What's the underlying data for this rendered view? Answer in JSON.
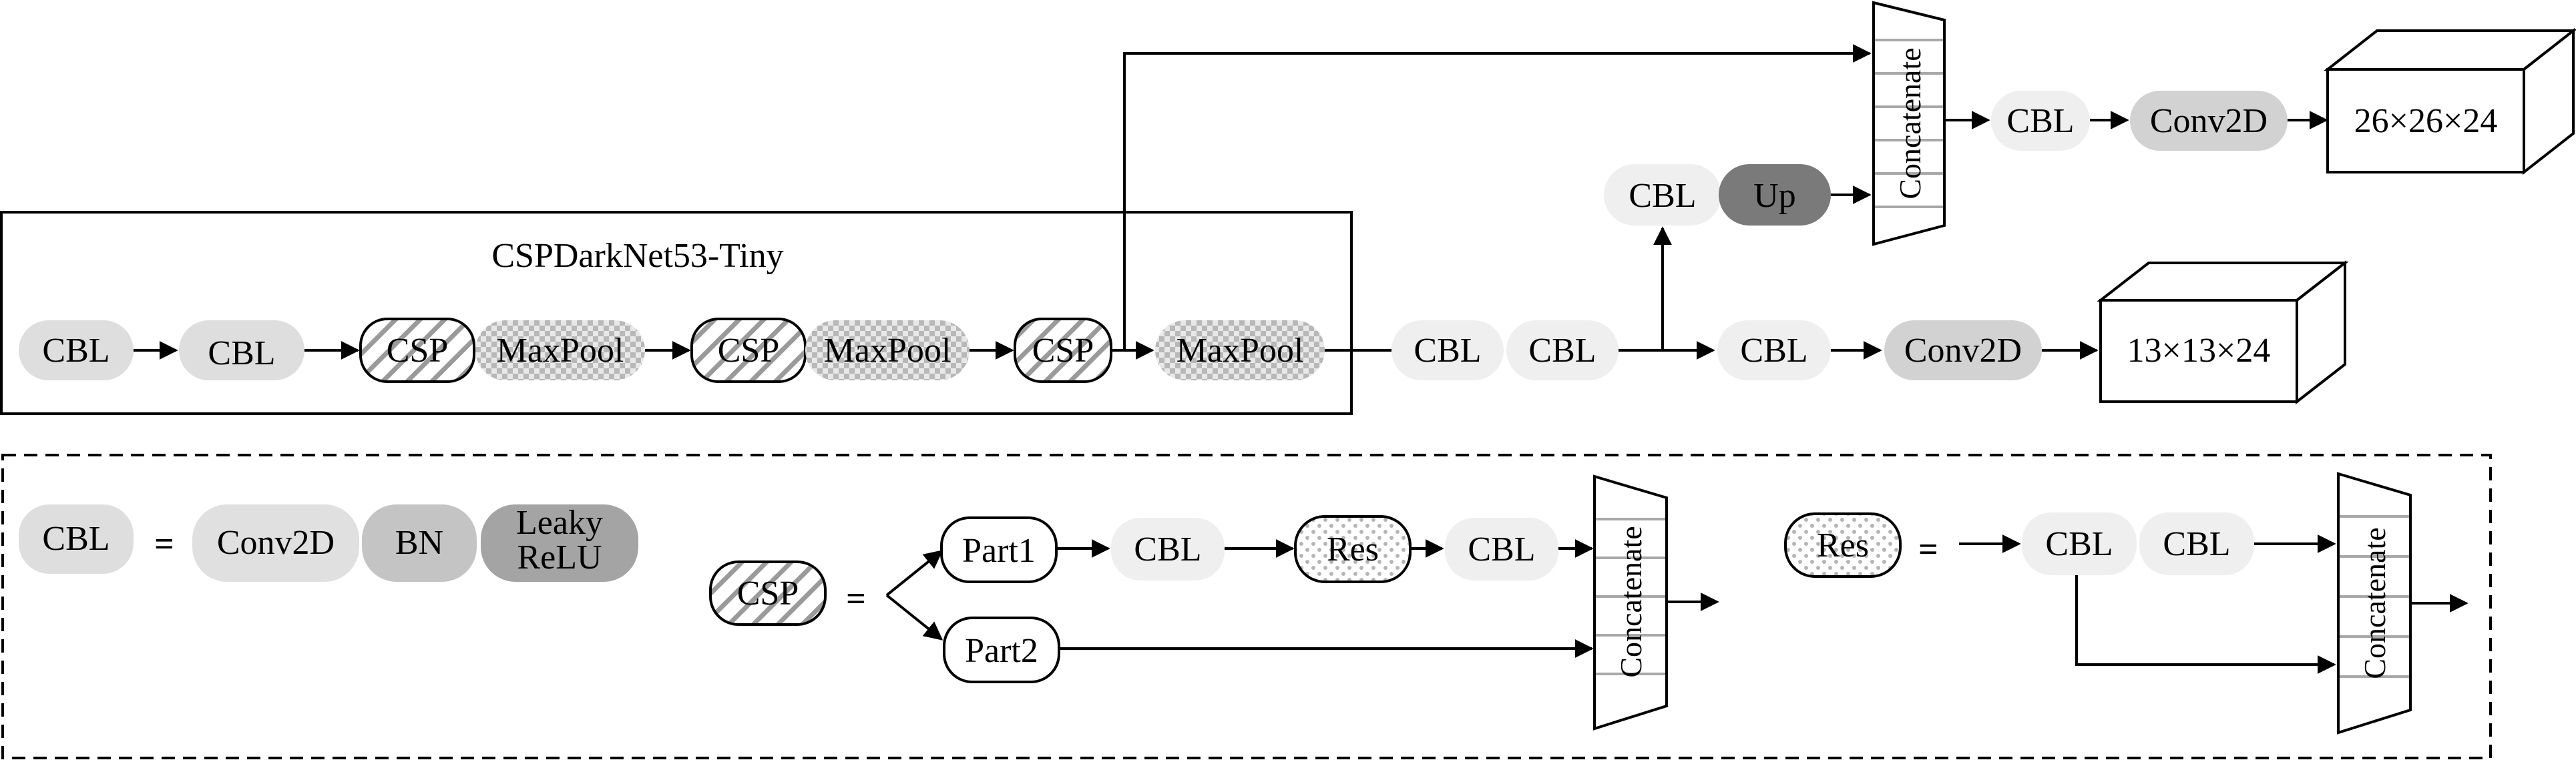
{
  "backbone": {
    "title": "CSPDarkNet53-Tiny",
    "blocks": [
      "CBL",
      "CBL",
      "CSP",
      "MaxPool",
      "CSP",
      "MaxPool",
      "CSP",
      "MaxPool"
    ]
  },
  "neck": {
    "cbl_a": "CBL",
    "cbl_b": "CBL",
    "branch_cbl": "CBL",
    "up_cbl": "CBL",
    "up": "Up",
    "concat": "Concatenate",
    "top_cbl": "CBL",
    "top_conv": "Conv2D",
    "top_output": "26×26×24",
    "bottom_conv": "Conv2D",
    "bottom_output": "13×13×24"
  },
  "legend": {
    "equals": "=",
    "cbl_def": {
      "name": "CBL",
      "parts": [
        "Conv2D",
        "BN",
        "Leaky",
        "ReLU"
      ]
    },
    "csp_def": {
      "name": "CSP",
      "part1": "Part1",
      "part2": "Part2",
      "cbl1": "CBL",
      "res": "Res",
      "cbl2": "CBL",
      "concat": "Concatenate"
    },
    "res_def": {
      "name": "Res",
      "cbl1": "CBL",
      "cbl2": "CBL",
      "concat": "Concatenate"
    }
  },
  "colors": {
    "light": "#e4e4e4",
    "lighter": "#efefef",
    "mid": "#cfcfcf",
    "dark": "#a8a8a8",
    "darkest": "#7a7a7a"
  }
}
